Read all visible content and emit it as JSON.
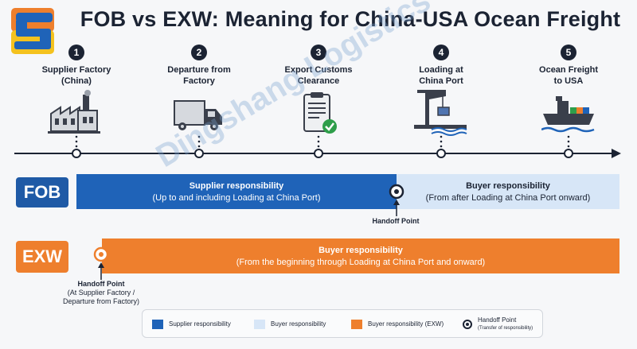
{
  "title": "FOB vs EXW: Meaning for China-USA Ocean Freight",
  "steps": [
    {
      "num": "1",
      "line1": "Supplier Factory",
      "line2": "(China)",
      "icon": "factory-icon"
    },
    {
      "num": "2",
      "line1": "Departure from",
      "line2": "Factory",
      "icon": "truck-icon"
    },
    {
      "num": "3",
      "line1": "Export Customs",
      "line2": "Clearance",
      "icon": "clipboard-check-icon"
    },
    {
      "num": "4",
      "line1": "Loading at",
      "line2": "China Port",
      "icon": "port-crane-icon"
    },
    {
      "num": "5",
      "line1": "Ocean Freight",
      "line2": "to USA",
      "icon": "cargo-ship-icon"
    }
  ],
  "fob": {
    "tag": "FOB",
    "supplier_title": "Supplier responsibility",
    "supplier_sub": "(Up to and including Loading at China Port)",
    "buyer_title": "Buyer responsibility",
    "buyer_sub": "(From after Loading at China Port onward)",
    "handoff": "Handoff Point"
  },
  "exw": {
    "tag": "EXW",
    "buyer_title": "Buyer responsibility",
    "buyer_sub": "(From the beginning through Loading at China Port and onward)",
    "handoff_title": "Handoff Point",
    "handoff_sub1": "(At Supplier Factory /",
    "handoff_sub2": "Departure from Factory)"
  },
  "legend": {
    "supplier": "Supplier responsibility",
    "buyer": "Buyer responsibility",
    "buyer_exw": "Buyer responsibility (EXW)",
    "handoff": "Handoff Point",
    "handoff_sub": "(Transfer of responsibility)"
  },
  "watermark": "Dingshang Logistics",
  "colors": {
    "navy": "#1b2333",
    "supplier_blue": "#1f63b8",
    "buyer_light_blue": "#d7e6f7",
    "exw_orange": "#ee7f2d"
  }
}
